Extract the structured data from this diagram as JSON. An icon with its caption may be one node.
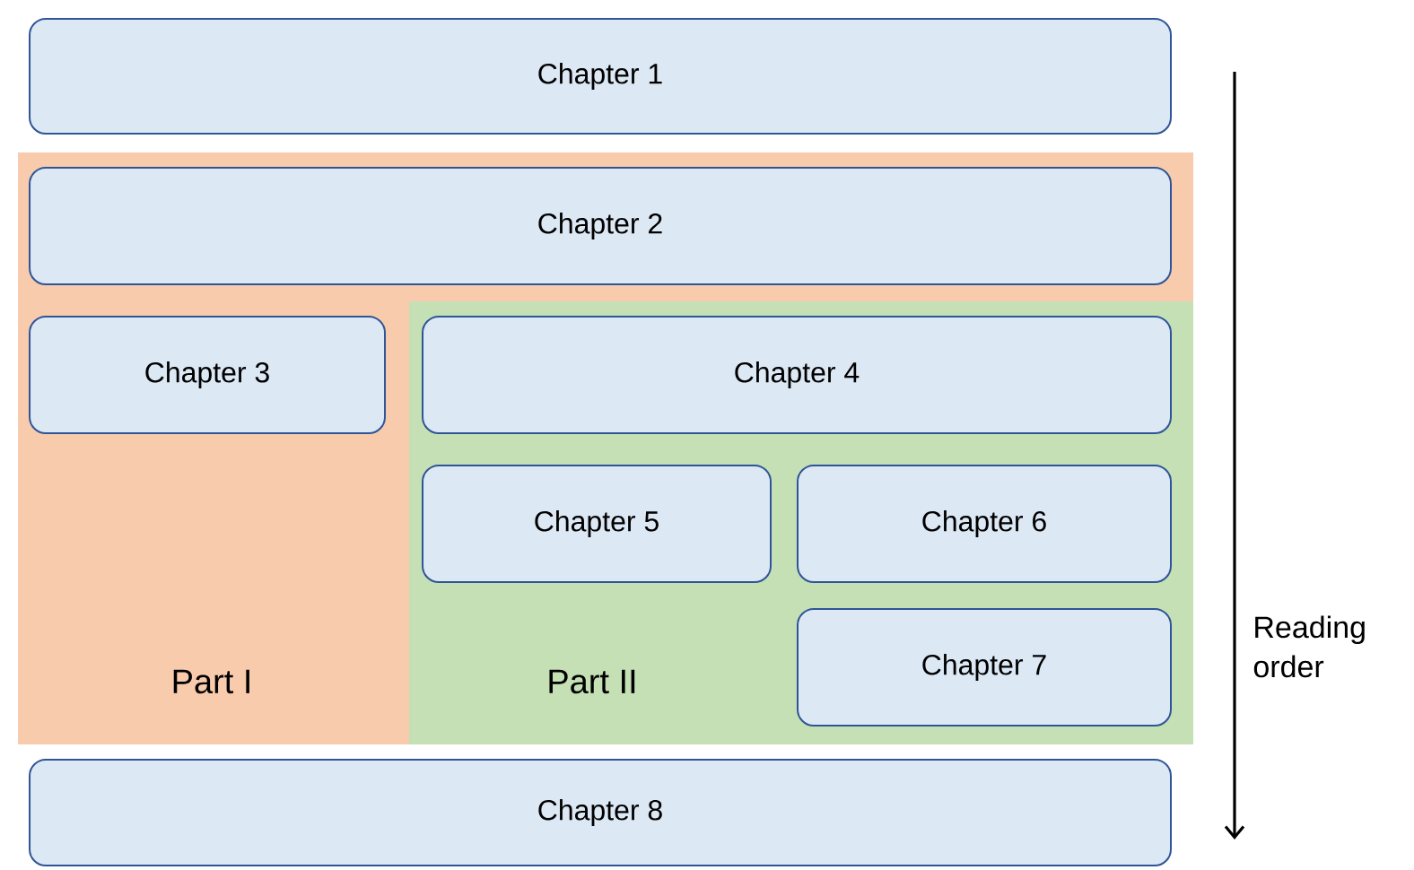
{
  "diagram": {
    "nodes": [
      {
        "text": [
          "Chapter 1"
        ]
      },
      {
        "text": [
          "Part I"
        ]
      },
      {
        "text": [
          "Chapter 2"
        ],
        "in": 1
      },
      {
        "text": [
          "Chapter 3"
        ],
        "in": 1
      },
      {
        "text": [
          "Part II"
        ],
        "in": 1
      },
      {
        "text": [
          "Chapter 4"
        ],
        "in": 4
      },
      {
        "text": [
          "Chapter 5"
        ],
        "in": 4
      },
      {
        "text": [
          "Chapter 6"
        ],
        "in": 4
      },
      {
        "text": [
          "Chapter 7"
        ],
        "in": 4
      },
      {
        "text": [
          "Chapter 8"
        ]
      }
    ],
    "labels": [
      "Reading order"
    ]
  }
}
